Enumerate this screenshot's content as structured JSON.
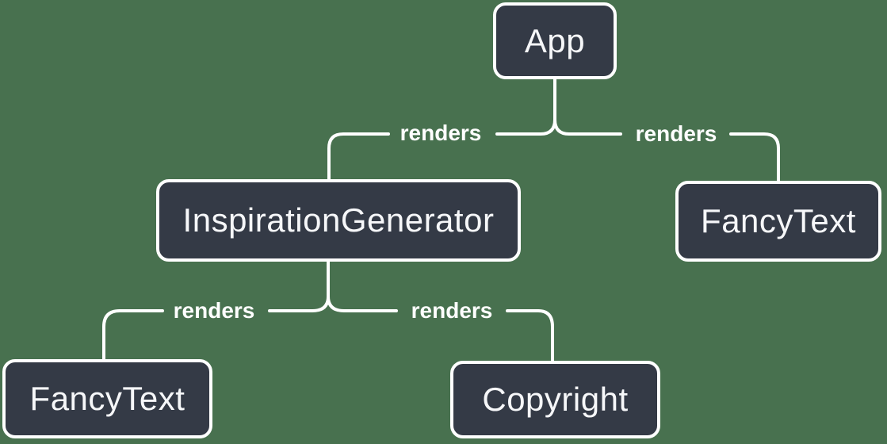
{
  "colors": {
    "background": "#48714F",
    "node_fill": "#343A46",
    "line": "#FFFFFF",
    "node_text": "#F6F7F9"
  },
  "diagram": {
    "type": "render-tree",
    "nodes": [
      {
        "id": "app",
        "label": "App"
      },
      {
        "id": "inspiration-generator",
        "label": "InspirationGenerator"
      },
      {
        "id": "fancy-text-top",
        "label": "FancyText"
      },
      {
        "id": "fancy-text-bottom",
        "label": "FancyText"
      },
      {
        "id": "copyright",
        "label": "Copyright"
      }
    ],
    "edges": [
      {
        "from": "App",
        "to": "InspirationGenerator",
        "label": "renders"
      },
      {
        "from": "App",
        "to": "FancyText",
        "label": "renders"
      },
      {
        "from": "InspirationGenerator",
        "to": "FancyText",
        "label": "renders"
      },
      {
        "from": "InspirationGenerator",
        "to": "Copyright",
        "label": "renders"
      }
    ]
  }
}
